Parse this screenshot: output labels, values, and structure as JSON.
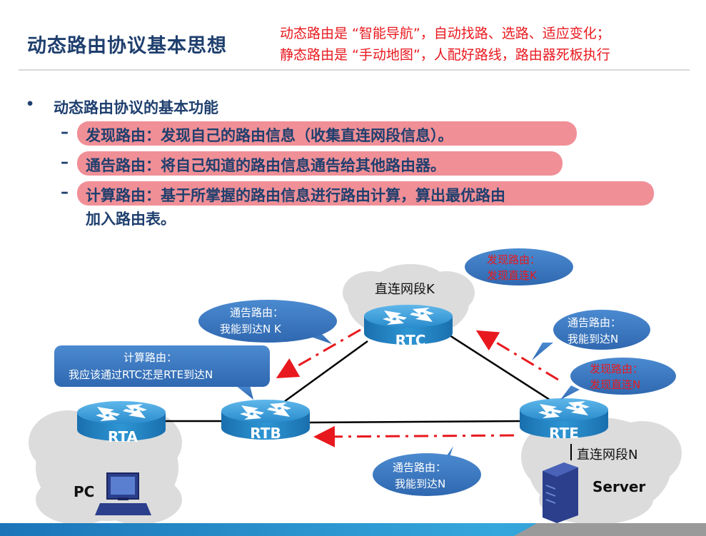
{
  "title": "动态路由协议基本思想",
  "note": {
    "line1": "动态路由是 “智能导航”，自动找路、选路、适应变化；",
    "line2": "静态路由是 “手动地图”，人配好路线，路由器死板执行"
  },
  "bullet": {
    "heading": "动态路由协议的基本功能",
    "items": [
      "发现路由：发现自己的路由信息（收集直连网段信息）",
      "通告路由：将自己知道的路由信息通告给其他路由器。",
      "计算路由：基于所掌握的路由信息进行路由计算，算出最优路由"
    ],
    "item1_suffix": "。",
    "item3_line2": "加入路由表。"
  },
  "diagram": {
    "routers": {
      "rta": "RTA",
      "rtb": "RTB",
      "rtc": "RTC",
      "rte": "RTE"
    },
    "segment_k": "直连网段K",
    "segment_n": "直连网段N",
    "pc": "PC",
    "server": "Server",
    "bubbles": {
      "discover_k": {
        "line1": "发现路由：",
        "line2": "发现直连K"
      },
      "announce_rtc": {
        "line1": "通告路由：",
        "line2": "我能到达N  K"
      },
      "announce_rte_up": {
        "line1": "通告路由：",
        "line2": "我能到达N"
      },
      "discover_n": {
        "line1": "发现路由：",
        "line2": "发现直连N"
      },
      "compute": {
        "line1": "计算路由：",
        "line2": "我应该通过RTC还是RTE到达N"
      },
      "announce_rte_left": {
        "line1": "通告路由：",
        "line2": "我能到达N"
      }
    }
  },
  "colors": {
    "title": "#1f3f6e",
    "note": "#e8191e",
    "highlight": "#f08f96",
    "router": "#1e88c8",
    "bubble": "#3b78c0",
    "arrow": "#e8191e"
  }
}
